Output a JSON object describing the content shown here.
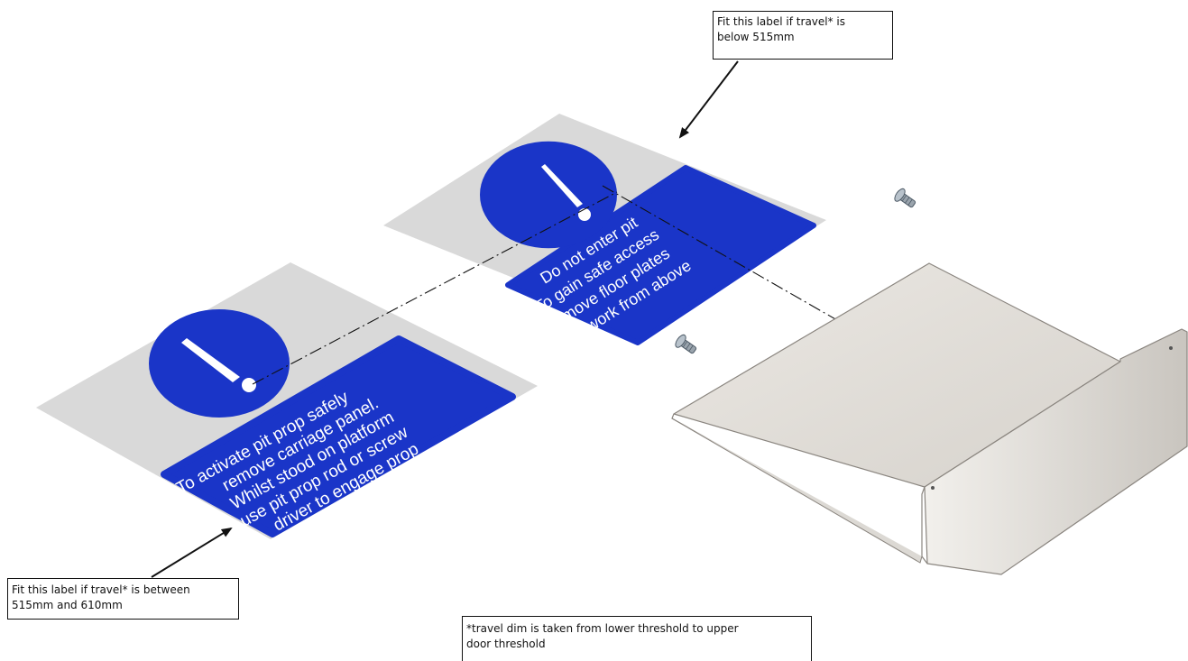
{
  "callouts": {
    "top": {
      "line1": "Fit this label if travel* is",
      "line2": "below 515mm"
    },
    "left": {
      "line1": "Fit this label if travel* is between",
      "line2": "515mm and 610mm"
    },
    "note": {
      "line1": "*travel dim is taken from lower threshold to upper",
      "line2": "door threshold"
    }
  },
  "label_upper": {
    "lines": [
      "Do not enter pit",
      "To gain safe access",
      "remove floor plates",
      "and work from above"
    ],
    "icon": "exclamation-icon"
  },
  "label_lower": {
    "lines": [
      "To activate pit prop safely",
      "remove carriage panel.",
      "Whilst stood on platform",
      "use pit prop rod or screw",
      "driver to engage prop"
    ],
    "icon": "exclamation-icon"
  },
  "colors": {
    "sign_blue": "#1a35c8",
    "label_grey": "#d9d9d9",
    "plate_fill": "#e4e1dc"
  }
}
